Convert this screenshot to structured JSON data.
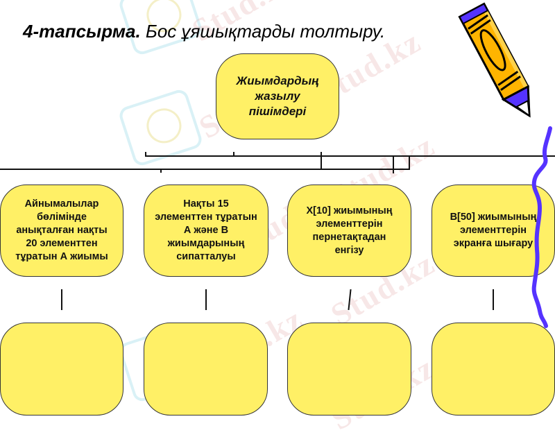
{
  "title": {
    "bold_part": "4-тапсырма.",
    "normal_part": " Бос ұяшықтарды толтыру."
  },
  "root_box": {
    "lines": [
      "Жиымдардың",
      "жазылу",
      "пішімдері"
    ]
  },
  "top_boxes": [
    {
      "lines": [
        "Айнымалылар",
        "бөлімінде",
        "анықталған нақты",
        "20 элементтен",
        "тұратын А жиымы"
      ]
    },
    {
      "lines": [
        "Нақты 15",
        "элементтен тұратын",
        "А және В",
        "жиымдарының",
        "сипатталуы"
      ]
    },
    {
      "lines": [
        "X[10] жиымының",
        "элементтерін",
        "пернетақтадан",
        "енгізу"
      ]
    },
    {
      "lines": [
        "B[50] жиымының",
        "элементтерін",
        "экранға шығару"
      ]
    }
  ],
  "answer_boxes": [
    {
      "text": ""
    },
    {
      "text": ""
    },
    {
      "text": ""
    },
    {
      "text": ""
    }
  ],
  "watermark": "Stud.kz",
  "colors": {
    "box_fill": "#fff066",
    "pencil_body": "#ffb400",
    "pencil_accent": "#5533ff"
  }
}
